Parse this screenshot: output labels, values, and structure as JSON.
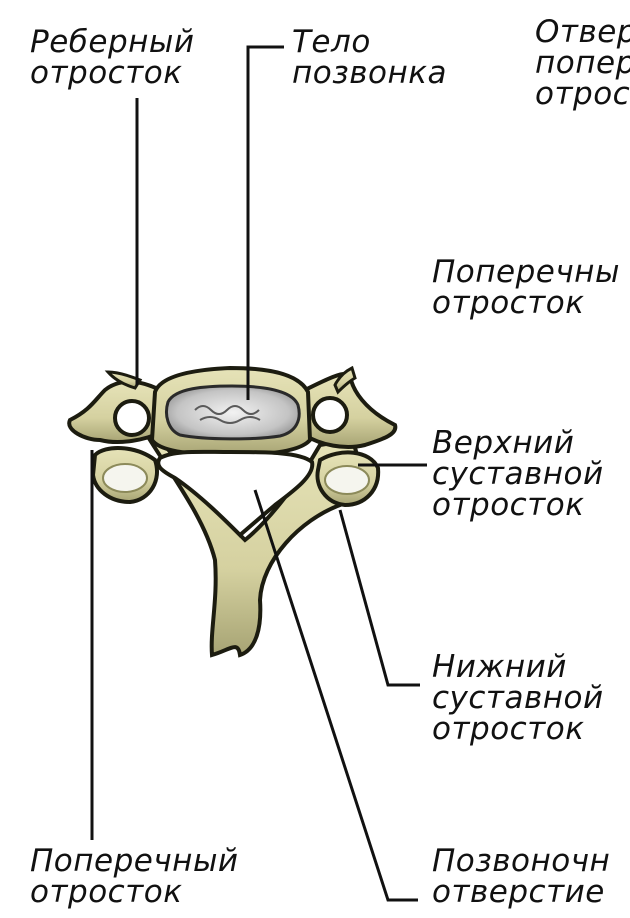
{
  "labels": {
    "costal_process": [
      "Реберный",
      "отросток"
    ],
    "vertebral_body": [
      "Тело",
      "позвонка"
    ],
    "transverse_foramen": [
      "Отвер",
      "попер",
      "отрос"
    ],
    "transverse_process_right": [
      "Поперечны",
      "отросток"
    ],
    "superior_articular_process": [
      "Верхний",
      "суставной",
      "отросток"
    ],
    "inferior_articular_process": [
      "Нижний",
      "суставной",
      "отросток"
    ],
    "transverse_process_left": [
      "Поперечный",
      "отросток"
    ],
    "vertebral_foramen": [
      "Позвоночн",
      "отверстие"
    ]
  },
  "colors": {
    "bone": "#d9d6a6",
    "bone_shade": "#8c8a5a",
    "outline": "#1c1c10",
    "body_surface": "#b7b7b7",
    "leader_line": "#111111"
  }
}
